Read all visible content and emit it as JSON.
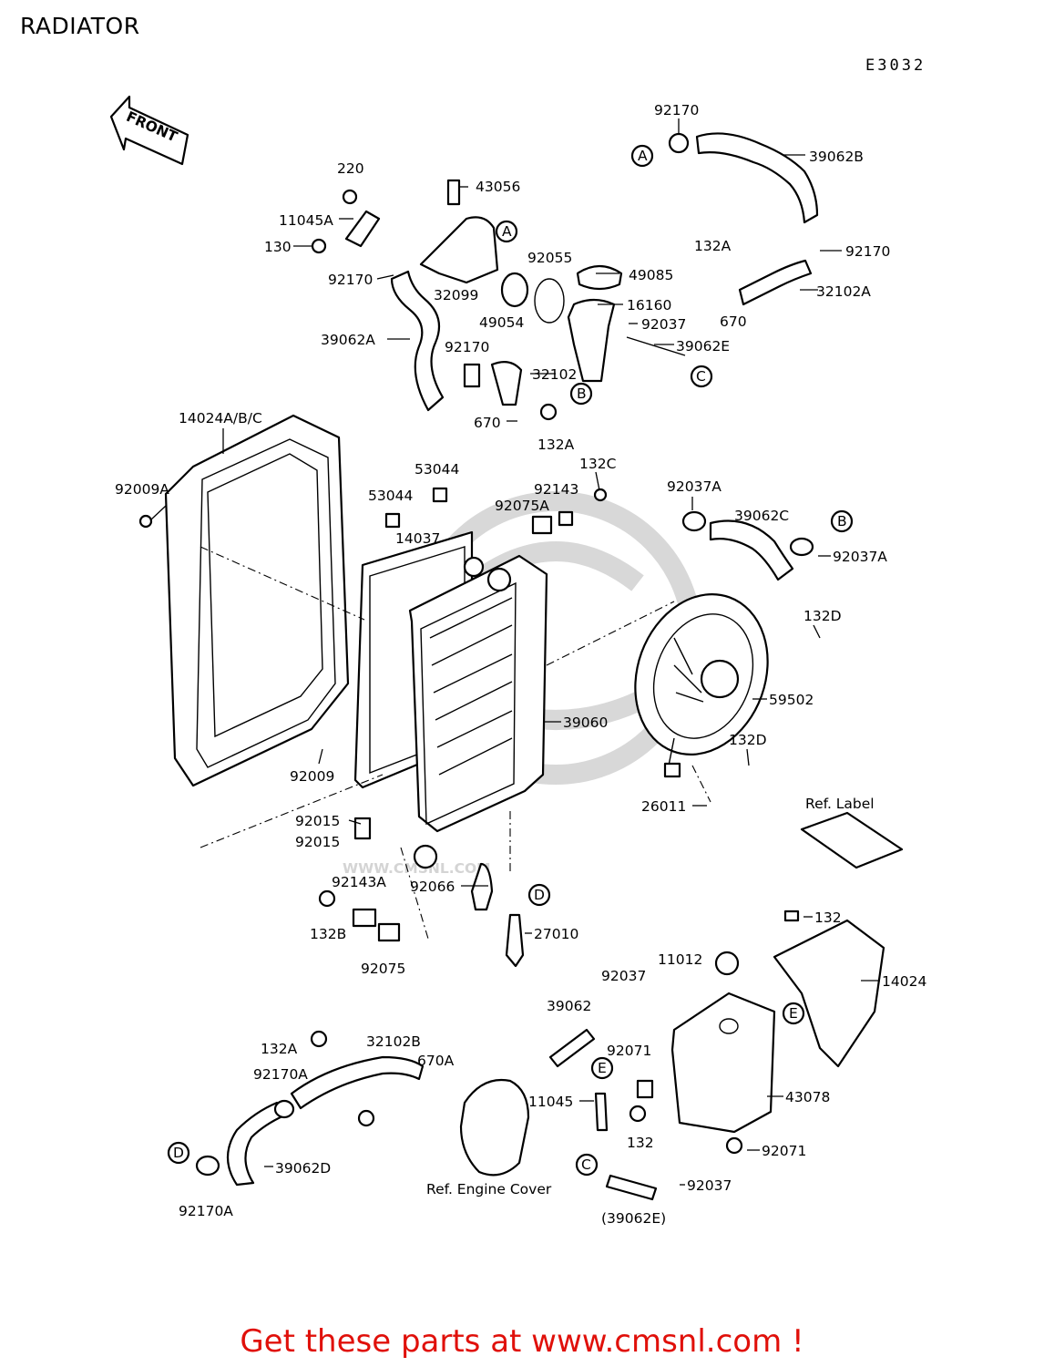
{
  "page": {
    "title": "RADIATOR",
    "diagram_code": "E3032",
    "front_arrow_label": "FRONT",
    "watermark": "WWW.CMSNL.COM",
    "call_to_action": "Get these parts at www.cmsnl.com !"
  },
  "reference_letters": [
    "A",
    "A",
    "B",
    "B",
    "C",
    "C",
    "D",
    "D",
    "E",
    "E"
  ],
  "part_labels": [
    "92170",
    "39062B",
    "220",
    "43056",
    "11045A",
    "130",
    "92055",
    "49085",
    "132A",
    "92170",
    "92170",
    "32099",
    "32102A",
    "16160",
    "49054",
    "670",
    "92037",
    "39062A",
    "39062E",
    "92170",
    "32102",
    "670",
    "132A",
    "14024A/B/C",
    "53044",
    "132C",
    "92037A",
    "92009A",
    "53044",
    "92143",
    "39062C",
    "92075A",
    "14037",
    "92037A",
    "132D",
    "59502",
    "39060",
    "132D",
    "92009",
    "26011",
    "Ref. Label",
    "92015",
    "92015",
    "92143A",
    "92066",
    "132B",
    "27010",
    "92075",
    "132",
    "11012",
    "92037",
    "14024",
    "39062",
    "132A",
    "32102B",
    "92071",
    "670A",
    "92170A",
    "43078",
    "11045",
    "132",
    "92071",
    "39062D",
    "Ref. Engine Cover",
    "92037",
    "92170A",
    "(39062E)"
  ],
  "colors": {
    "ink": "#000000",
    "cta": "#e0100a",
    "watermark": "#d8d8d8"
  }
}
